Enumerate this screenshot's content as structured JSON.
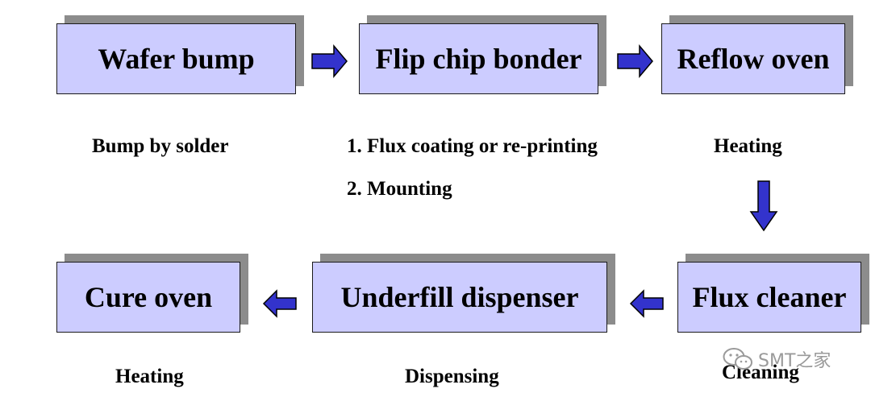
{
  "boxes": {
    "wafer_bump": "Wafer bump",
    "flip_chip_bonder": "Flip chip bonder",
    "reflow_oven": "Reflow oven",
    "flux_cleaner": "Flux cleaner",
    "underfill_dispenser": "Underfill dispenser",
    "cure_oven": "Cure oven"
  },
  "captions": {
    "wafer_bump": "Bump by solder",
    "flip_chip_bonder_1": "1. Flux coating or re-printing",
    "flip_chip_bonder_2": "2. Mounting",
    "reflow_oven": "Heating",
    "flux_cleaner": "Cleaning",
    "underfill_dispenser": "Dispensing",
    "cure_oven": "Heating"
  },
  "watermark": {
    "text": "SMT之家",
    "icon": "wechat-icon"
  },
  "colors": {
    "box_fill": "#ccccff",
    "box_shadow": "#8c8c8c",
    "arrow_fill": "#3333cc"
  }
}
